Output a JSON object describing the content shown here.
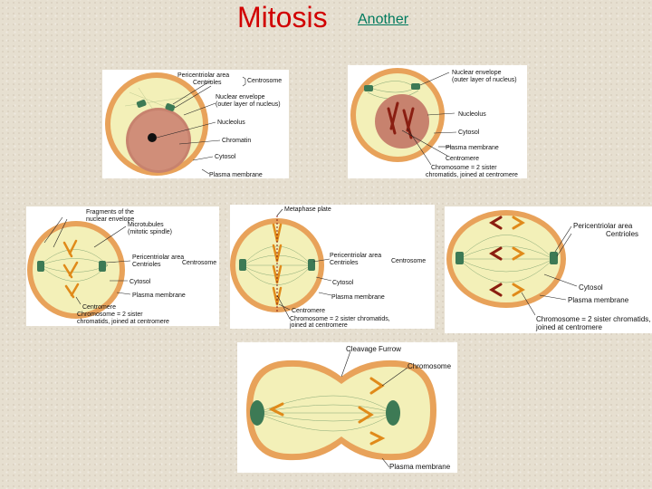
{
  "title": "Mitosis",
  "link": "Another",
  "panels": {
    "interphase": {
      "pericentriolar": "Pericentriolar area",
      "centrioles": "Centrioles",
      "centrosome": "Centrosome",
      "nuclear_envelope_1": "Nuclear envelope",
      "nuclear_envelope_2": "(outer layer of nucleus)",
      "nucleolus": "Nucleolus",
      "chromatin": "Chromatin",
      "cytosol": "Cytosol",
      "plasma_membrane": "Plasma membrane"
    },
    "prophase": {
      "nuclear_envelope_1": "Nuclear envelope",
      "nuclear_envelope_2": "(outer layer of nucleus)",
      "nucleolus": "Nucleolus",
      "cytosol": "Cytosol",
      "plasma_membrane": "Plasma membrane",
      "centromere": "Centromere",
      "chromosome_1": "Chromosome = 2 sister",
      "chromosome_2": "chromatids, joined at centromere"
    },
    "prometaphase": {
      "fragments_1": "Fragments of the",
      "fragments_2": "nuclear envelope",
      "microtubules_1": "Microtubules",
      "microtubules_2": "(mitotic spindle)",
      "pericentriolar": "Pericentriolar area",
      "centrioles": "Centrioles",
      "centrosome": "Centrosome",
      "cytosol": "Cytosol",
      "plasma_membrane": "Plasma membrane",
      "centromere": "Centromere",
      "chromosome_1": "Chromosome = 2 sister",
      "chromosome_2": "chromatids, joined at centromere"
    },
    "metaphase": {
      "metaphase_plate": "Metaphase plate",
      "pericentriolar": "Pericentriolar area",
      "centrioles": "Centrioles",
      "centrosome": "Centrosome",
      "cytosol": "Cytosol",
      "plasma_membrane": "Plasma membrane",
      "centromere": "Centromere",
      "chromosome_1": "Chromosome = 2 sister chromatids,",
      "chromosome_2": "joined at centromere"
    },
    "anaphase": {
      "pericentriolar": "Pericentriolar area",
      "centrioles": "Centrioles",
      "cytosol": "Cytosol",
      "plasma_membrane": "Plasma membrane",
      "chromosome_1": "Chromosome = 2 sister chromatids,",
      "chromosome_2": "joined at centromere"
    },
    "telophase": {
      "cleavage_furrow": "Cleavage Furrow",
      "chromosome": "Chromosome",
      "plasma_membrane": "Plasma membrane"
    }
  },
  "colors": {
    "title": "#d10000",
    "link": "#007a5e",
    "membrane": "#e8a25a",
    "cytoplasm": "#f3f0b8",
    "nucleus": "#c7826e",
    "chromosome_dark": "#8a1e12",
    "chromosome_orange": "#e08a1a",
    "centrosome": "#3d7a55"
  }
}
